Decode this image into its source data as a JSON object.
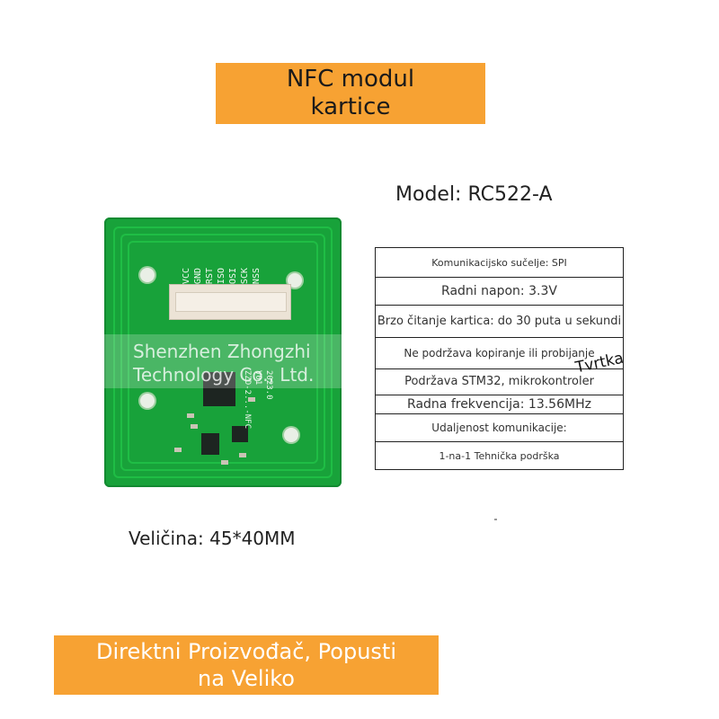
{
  "header": {
    "banner_line1": "NFC modul",
    "banner_line2": "kartice"
  },
  "model_label": "Model: RC522-A",
  "board": {
    "pin_labels": [
      "VCC",
      "GND",
      "RST",
      "MISO",
      "MOSI",
      "SCK",
      "NSS"
    ],
    "silk_title": "ZZD-2...-NFC",
    "silk_version": "V01",
    "silk_year": "2023.0",
    "colors": {
      "pcb": "#18a23a"
    }
  },
  "watermark": {
    "line1": "Shenzhen Zhongzhi",
    "line2": "Technology Co., Ltd."
  },
  "specs": [
    "Komunikacijsko sučelje: SPI",
    "Radni napon: 3.3V",
    "Brzo čitanje kartica: do 30 puta u sekundi",
    "Ne podržava kopiranje ili probijanje",
    "Podržava STM32, mikrokontroler",
    "Radna frekvencija: 13.56MHz",
    "Udaljenost komunikacije:",
    "1-na-1 Tehnička podrška"
  ],
  "stamp_text": "Tvrtka",
  "size_label": "Veličina: 45*40MM",
  "footer": {
    "banner_line1": "Direktni Proizvođač, Popusti",
    "banner_line2": "na Veliko"
  },
  "colors": {
    "banner": "#f7a233"
  }
}
